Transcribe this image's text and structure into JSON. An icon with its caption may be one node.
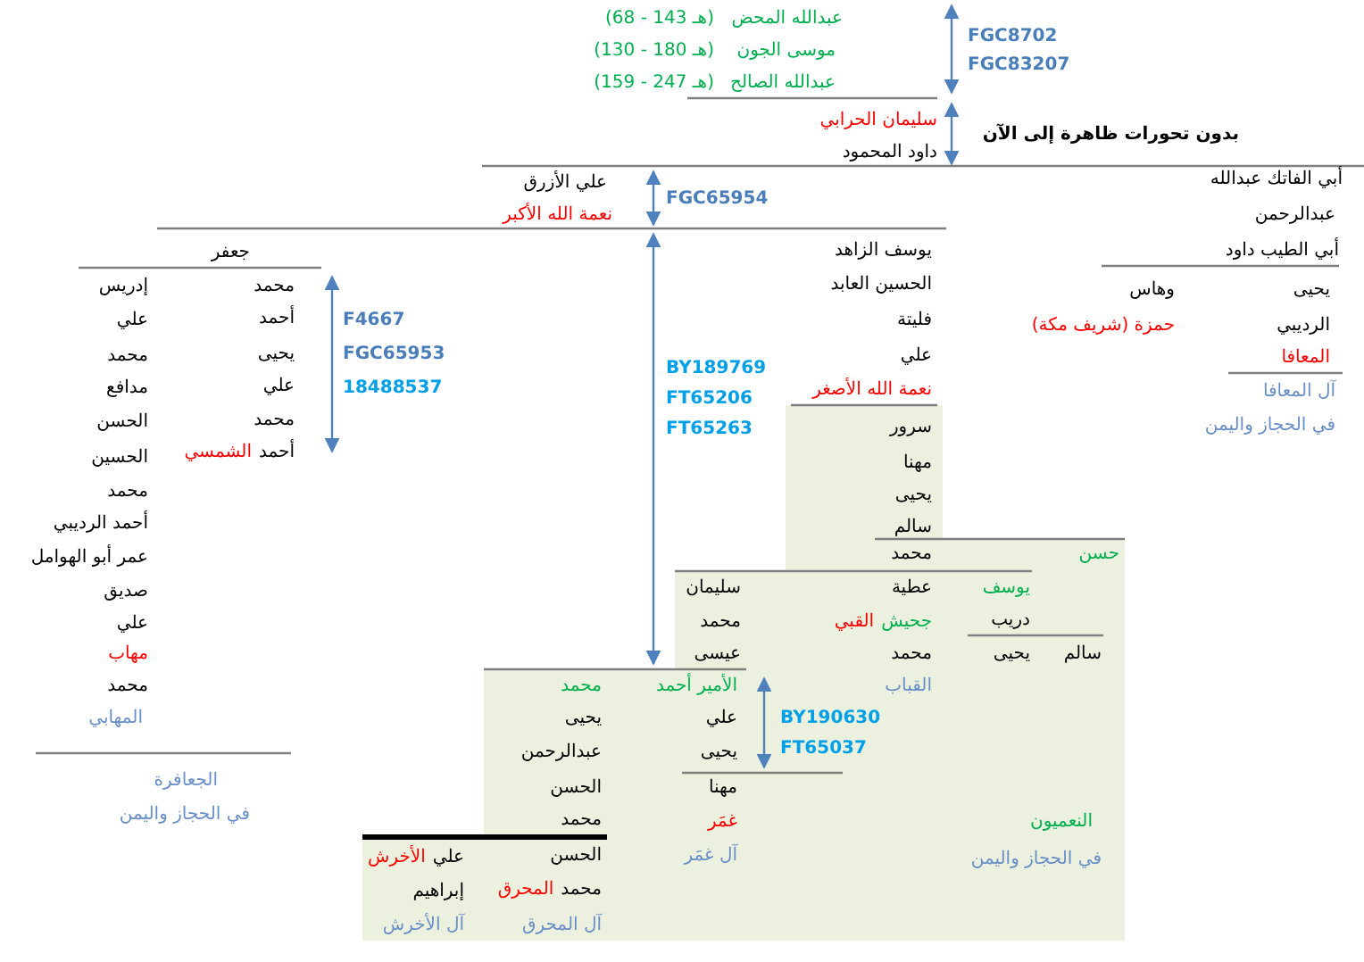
{
  "diagram": {
    "labels": [
      "عبدالله المحض",
      "(هـ 143 - 68)",
      "موسى الجون",
      "(هـ 180 - 130)",
      "عبدالله الصالح",
      "(هـ 247 - 159)",
      "FGC8702",
      "FGC83207",
      "سليمان الحرابي",
      "بدون تحورات ظاهرة إلى الآن",
      "داود المحمود",
      "أبي الفاتك عبدالله",
      "علي الأزرق",
      "FGC65954",
      "عبدالرحمن",
      "نعمة الله الأكبر",
      "أبي الطيب داود",
      "يوسف الزاهد",
      "جعفر",
      "الحسين العابد",
      "محمد",
      "إدريس",
      "يحيى",
      "وهاس",
      "أحمد",
      "علي",
      "فليتة",
      "F4667",
      "الرديبي",
      "حمزة (شريف مكة)",
      "يحيى",
      "محمد",
      "علي",
      "FGC65953",
      "المعافا",
      "BY189769",
      "علي",
      "مدافع",
      "18488537",
      "نعمة الله الأصغر",
      "آل المعافا",
      "FT65206",
      "محمد",
      "الحسن",
      "في الحجاز واليمن",
      "سرور",
      "FT65263",
      "أحمد",
      "الشمسي",
      "الحسين",
      "مهنا",
      "محمد",
      "يحيى",
      "أحمد الرديبي",
      "سالم",
      "حسن",
      "محمد",
      "عمر أبو الهوامل",
      "يوسف",
      "عطية",
      "سليمان",
      "صديق",
      "دريب",
      "جحيش",
      "القبي",
      "محمد",
      "علي",
      "مهاب",
      "سالم",
      "يحيى",
      "محمد",
      "عيسى",
      "القباب",
      "الأمير أحمد",
      "محمد",
      "محمد",
      "BY190630",
      "علي",
      "يحيى",
      "المهابي",
      "FT65037",
      "يحيى",
      "عبدالرحمن",
      "الجعافرة",
      "مهنا",
      "الحسن",
      "في الحجاز واليمن",
      "النعميون",
      "غمَر",
      "محمد",
      "علي",
      "الأخرش",
      "آل غمَر",
      "الحسن",
      "في الحجاز واليمن",
      "إبراهيم",
      "محمد",
      "المحرق",
      "آل المحرق",
      "آل الأخرش"
    ]
  }
}
